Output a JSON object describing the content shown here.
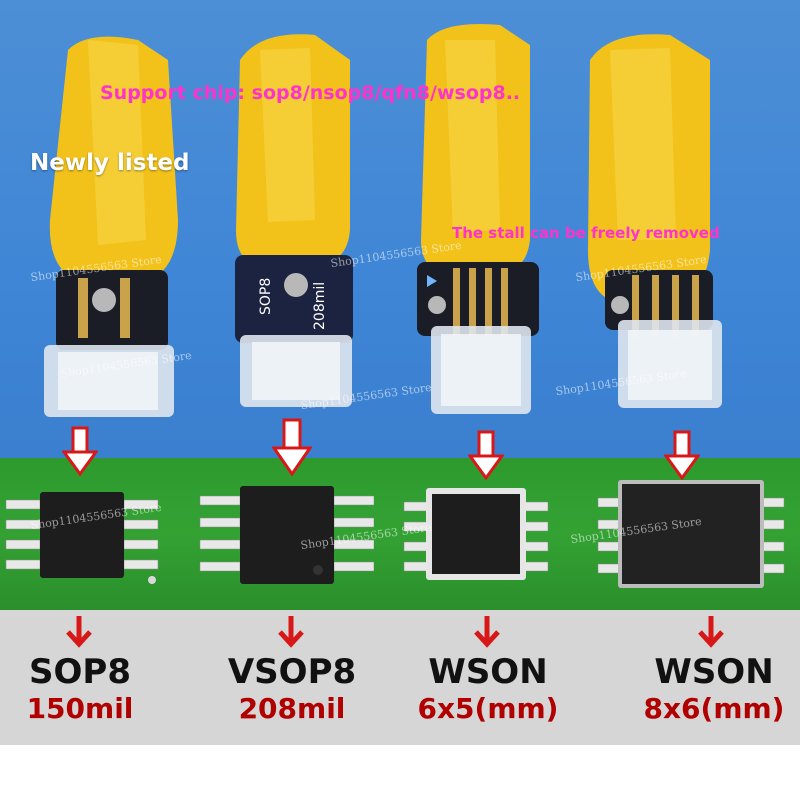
{
  "headline": "Support chip: sop8/nsop8/qfn8/wsop8..",
  "badge": "Newly listed",
  "note": "The stall can be freely removed",
  "watermark": "Shop1104556563 Store",
  "probe_labels": {
    "sop8": "SOP8",
    "size208": "208mil"
  },
  "colors": {
    "headline": "#ff33cc",
    "size_text": "#b00000",
    "arrow": "#d81818",
    "probe_yellow": "#f2c21b",
    "pcb_green": "#33a233"
  },
  "packages": [
    {
      "name": "SOP8",
      "size": "150mil"
    },
    {
      "name": "VSOP8",
      "size": "208mil"
    },
    {
      "name": "WSON",
      "size": "6x5(mm)"
    },
    {
      "name": "WSON",
      "size": "8x6(mm)"
    }
  ]
}
